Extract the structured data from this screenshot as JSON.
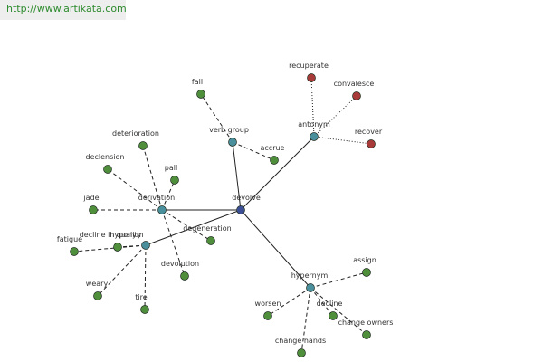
{
  "watermark": "http://www.artikata.com",
  "colors": {
    "center": "#3d4f94",
    "relation": "#4a8f9c",
    "word": "#4f8f3c",
    "antonym_word": "#a83a3a",
    "edge": "#222222",
    "label": "#333333"
  },
  "center": {
    "id": "devolve",
    "label": "devolve"
  },
  "relations": [
    {
      "id": "verb_group",
      "label": "verb group",
      "words": [
        {
          "id": "fall",
          "label": "fall",
          "style": "dashed"
        },
        {
          "id": "accrue",
          "label": "accrue",
          "style": "dashed"
        }
      ]
    },
    {
      "id": "antonym",
      "label": "antonym",
      "words": [
        {
          "id": "recuperate",
          "label": "recuperate",
          "style": "dotted"
        },
        {
          "id": "convalesce",
          "label": "convalesce",
          "style": "dotted"
        },
        {
          "id": "recover",
          "label": "recover",
          "style": "dotted"
        }
      ]
    },
    {
      "id": "derivation",
      "label": "derivation",
      "words": [
        {
          "id": "deterioration",
          "label": "deterioration",
          "style": "dashed"
        },
        {
          "id": "declension",
          "label": "declension",
          "style": "dashed"
        },
        {
          "id": "pall",
          "label": "pall",
          "style": "dashed"
        },
        {
          "id": "jade",
          "label": "jade",
          "style": "dashed"
        },
        {
          "id": "degeneration",
          "label": "degeneration",
          "style": "dashed"
        },
        {
          "id": "devolution",
          "label": "devolution",
          "style": "dashed"
        }
      ]
    },
    {
      "id": "hyponym",
      "label": "hyponym",
      "words": [
        {
          "id": "fatigue",
          "label": "fatigue",
          "style": "dashed"
        },
        {
          "id": "decline_in_quality",
          "label": "decline in quality",
          "style": "dashed"
        },
        {
          "id": "weary",
          "label": "weary",
          "style": "dashed"
        },
        {
          "id": "tire",
          "label": "tire",
          "style": "dashed"
        }
      ]
    },
    {
      "id": "hypernym",
      "label": "hypernym",
      "words": [
        {
          "id": "assign",
          "label": "assign",
          "style": "dashed"
        },
        {
          "id": "worsen",
          "label": "worsen",
          "style": "dashed"
        },
        {
          "id": "decline",
          "label": "decline",
          "style": "dashed"
        },
        {
          "id": "change_owners",
          "label": "change owners",
          "style": "dashed"
        },
        {
          "id": "change_hands",
          "label": "change hands",
          "style": "dashed"
        }
      ]
    }
  ]
}
